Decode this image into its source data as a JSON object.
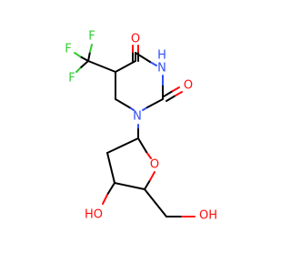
{
  "molecule": {
    "colors": {
      "carbon_bond": "#000000",
      "oxygen": "#ff0d0d",
      "nitrogen": "#3050f8",
      "fluorine": "#33cc33"
    },
    "atoms": {
      "o_top": "O",
      "o_right": "O",
      "nh_h": "H",
      "nh_n": "N",
      "n1": "N",
      "f_top": "F",
      "f_left": "F",
      "f_lower": "F",
      "ring_o": "O",
      "ho_left": "HO",
      "oh_right": "OH"
    }
  }
}
